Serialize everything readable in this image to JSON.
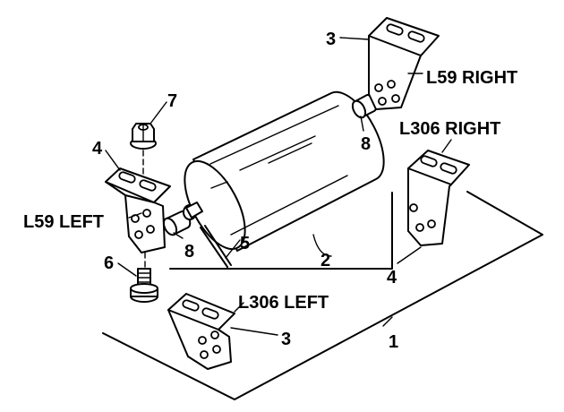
{
  "callouts": {
    "c1": "1",
    "c2": "2",
    "c3_top": "3",
    "c3_bottom": "3",
    "c4_left": "4",
    "c4_right": "4",
    "c5": "5",
    "c6": "6",
    "c7": "7",
    "c8_right": "8",
    "c8_left": "8"
  },
  "labels": {
    "l59_right": "L59 RIGHT",
    "l306_right": "L306 RIGHT",
    "l59_left": "L59 LEFT",
    "l306_left": "L306 LEFT"
  }
}
